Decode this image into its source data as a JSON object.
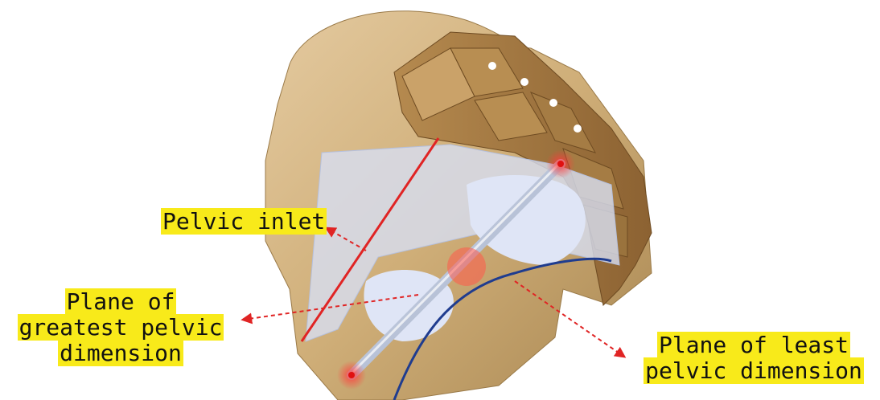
{
  "labels": {
    "pelvic_inlet": "Pelvic inlet",
    "greatest": {
      "line1": "Plane of",
      "line2": "greatest pelvic",
      "line3": "dimension"
    },
    "least": {
      "line1": "Plane of least",
      "line2": "pelvic dimension"
    }
  },
  "colors": {
    "highlight": "#f8ea1a",
    "inlet_line": "#e02424",
    "least_plane_curve": "#1f3c8f",
    "arrow": "#e02424",
    "bone": "#c9a56b",
    "plane_fill": "#d7def2"
  }
}
